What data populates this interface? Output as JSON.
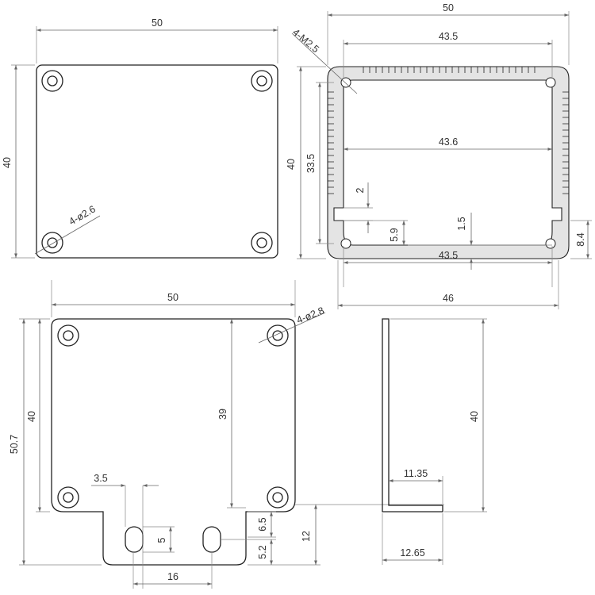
{
  "top_left_view": {
    "width_dim": "50",
    "height_dim": "40",
    "hole_note": "4-ø2.6"
  },
  "profile_view": {
    "overall_width": "50",
    "inner_top_width": "43.5",
    "tap_note": "4-M2.5",
    "overall_height": "40",
    "inner_height": "33.5",
    "mid_width": "43.6",
    "slot_dim": "2",
    "step_dim": "5.9",
    "wall_dim": "1.5",
    "side_dim": "8.4",
    "inner_bottom_width": "43.5",
    "base_width": "46"
  },
  "end_plate_view": {
    "width_dim": "50",
    "hole_note": "4-ø2.8",
    "height_dim": "40",
    "overall_height": "50.7",
    "inner_dim": "39",
    "slot_offset": "3.5",
    "tab_dim": "6.5",
    "slot_height": "5",
    "slot_bottom": "5.2",
    "slot_spacing": "16",
    "tab_height": "12"
  },
  "side_view": {
    "height_dim": "40",
    "inner_length": "11.35",
    "outer_length": "12.65"
  }
}
